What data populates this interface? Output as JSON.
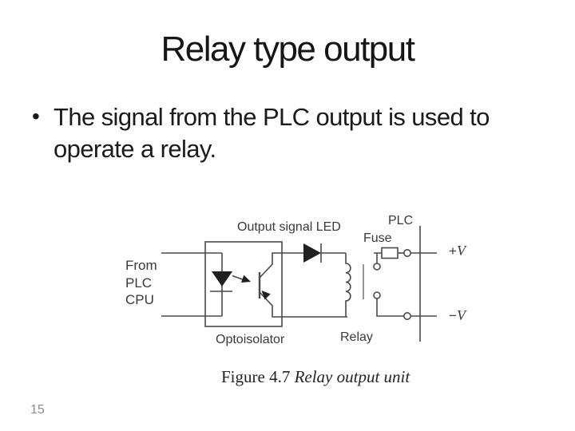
{
  "slide": {
    "title": "Relay type output",
    "bullet": {
      "marker": "•",
      "lines": [
        "The signal from the PLC output is used to",
        "operate a relay."
      ]
    },
    "page_number": "15"
  },
  "figure": {
    "labels": {
      "output_signal_led": "Output signal LED",
      "plc": "PLC",
      "fuse": "Fuse",
      "from_plc_cpu": [
        "From",
        "PLC",
        "CPU"
      ],
      "plus_sign": "+",
      "minus_sign": "−",
      "v_symbol": "V",
      "optoisolator": "Optoisolator",
      "relay": "Relay"
    },
    "caption": {
      "prefix": "Figure 4.7",
      "title": "Relay output unit"
    },
    "colors": {
      "line": "#4a4a4a",
      "component_fill": "#202020",
      "label_text": "#3a3a3a"
    }
  }
}
